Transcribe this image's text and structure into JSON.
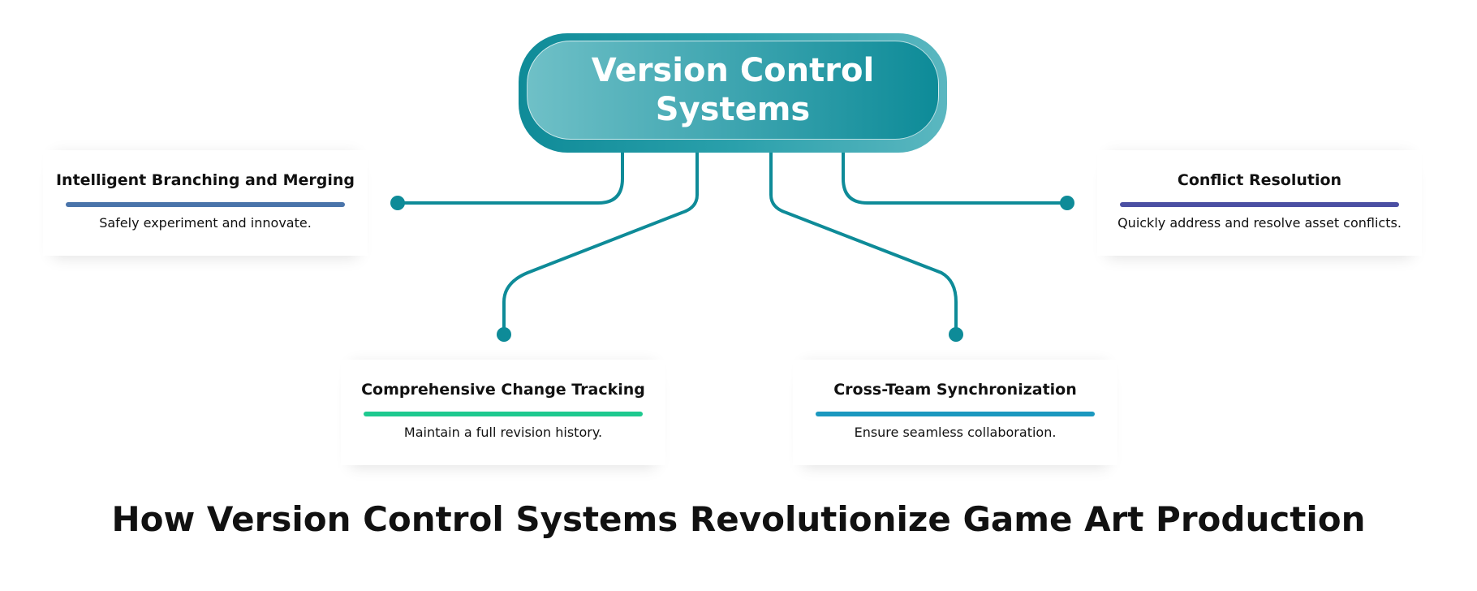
{
  "center": {
    "title": "Version Control Systems"
  },
  "nodes": [
    {
      "title": "Intelligent Branching and Merging",
      "subtitle": "Safely experiment and innovate.",
      "color": "#4a74aa"
    },
    {
      "title": "Conflict Resolution",
      "subtitle": "Quickly address and resolve asset conflicts.",
      "color": "#4b4fa3"
    },
    {
      "title": "Comprehensive Change Tracking",
      "subtitle": "Maintain a full revision history.",
      "color": "#1ec98f"
    },
    {
      "title": "Cross-Team Synchronization",
      "subtitle": "Ensure seamless collaboration.",
      "color": "#1b98bf"
    }
  ],
  "main_title": "How Version Control Systems Revolutionize Game Art Production",
  "accent": "#0e8b98"
}
